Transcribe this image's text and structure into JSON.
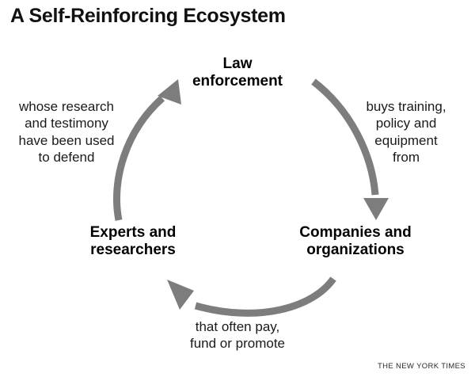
{
  "title": "A Self-Reinforcing Ecosystem",
  "credit": "THE NEW YORK TIMES",
  "colors": {
    "arrow": "#7d7d7d",
    "text": "#1a1a1a",
    "node_text": "#000000",
    "background": "#ffffff"
  },
  "chart_data": {
    "type": "diagram",
    "title": "A Self-Reinforcing Ecosystem",
    "layout": "circular-cycle",
    "direction": "clockwise",
    "nodes": [
      {
        "id": "law",
        "label": "Law\nenforcement",
        "position": "top"
      },
      {
        "id": "companies",
        "label": "Companies and\norganizations",
        "position": "bottom-right"
      },
      {
        "id": "experts",
        "label": "Experts and\nresearchers",
        "position": "bottom-left"
      }
    ],
    "edges": [
      {
        "from": "law",
        "to": "companies",
        "label": "buys training,\npolicy and\nequipment\nfrom",
        "position": "right"
      },
      {
        "from": "companies",
        "to": "experts",
        "label": "that often pay,\nfund or promote",
        "position": "bottom"
      },
      {
        "from": "experts",
        "to": "law",
        "label": "whose research\nand testimony\nhave been used\nto defend",
        "position": "left"
      }
    ],
    "legend": [],
    "annotations": []
  },
  "nodes": {
    "law": "Law\nenforcement",
    "companies": "Companies and\norganizations",
    "experts": "Experts and\nresearchers"
  },
  "edge_labels": {
    "right": "buys training,\npolicy and\nequipment\nfrom",
    "bottom": "that often pay,\nfund or promote",
    "left": "whose research\nand testimony\nhave been used\nto defend"
  }
}
